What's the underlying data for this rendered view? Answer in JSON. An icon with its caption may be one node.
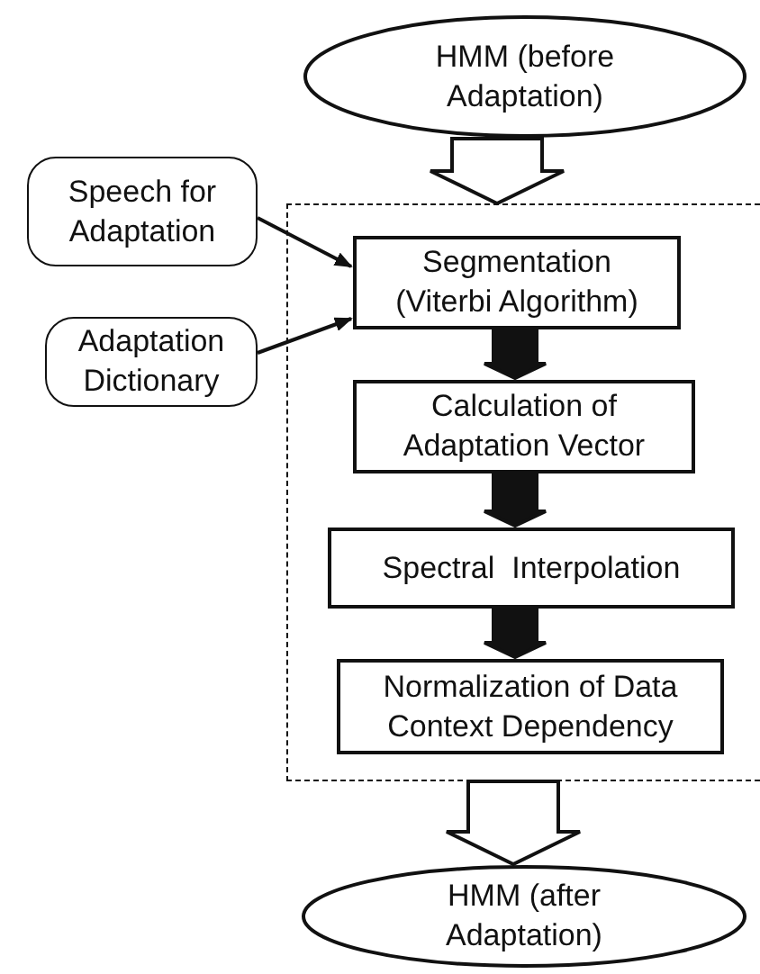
{
  "diagram": {
    "nodes": [
      {
        "text": [
          "HMM (before Adaptation)"
        ]
      },
      {
        "text": [
          "Speech for Adaptation"
        ]
      },
      {
        "text": [],
        "shape": "box"
      },
      {
        "text": [
          "Segmentation (Viterbi Algorithm)"
        ],
        "in": 2
      },
      {
        "text": [
          "Adaptation Dictionary"
        ]
      },
      {
        "text": [
          "Calculation of Adaptation Vector"
        ],
        "in": 2
      },
      {
        "text": [
          "Spectral  Interpolation"
        ],
        "in": 2
      },
      {
        "text": [
          "Normalization of Data Context Dependency"
        ],
        "in": 2
      },
      {
        "text": [
          "HMM (after Adaptation)"
        ]
      }
    ],
    "edges": [
      {
        "from": 0,
        "to": 2,
        "arrow": "to",
        "style": "thick",
        "color": "#ffffff"
      },
      {
        "from": 1,
        "to": 3,
        "arrow": "to"
      },
      {
        "from": 4,
        "to": 3,
        "arrow": "to"
      },
      {
        "from": 3,
        "to": 5,
        "arrow": "to",
        "style": "thick"
      },
      {
        "from": 5,
        "to": 6,
        "arrow": "to",
        "style": "thick"
      },
      {
        "from": 6,
        "to": 7,
        "arrow": "to",
        "style": "thick"
      },
      {
        "from": 2,
        "to": 8,
        "arrow": "to",
        "style": "thick",
        "color": "#ffffff"
      }
    ]
  }
}
